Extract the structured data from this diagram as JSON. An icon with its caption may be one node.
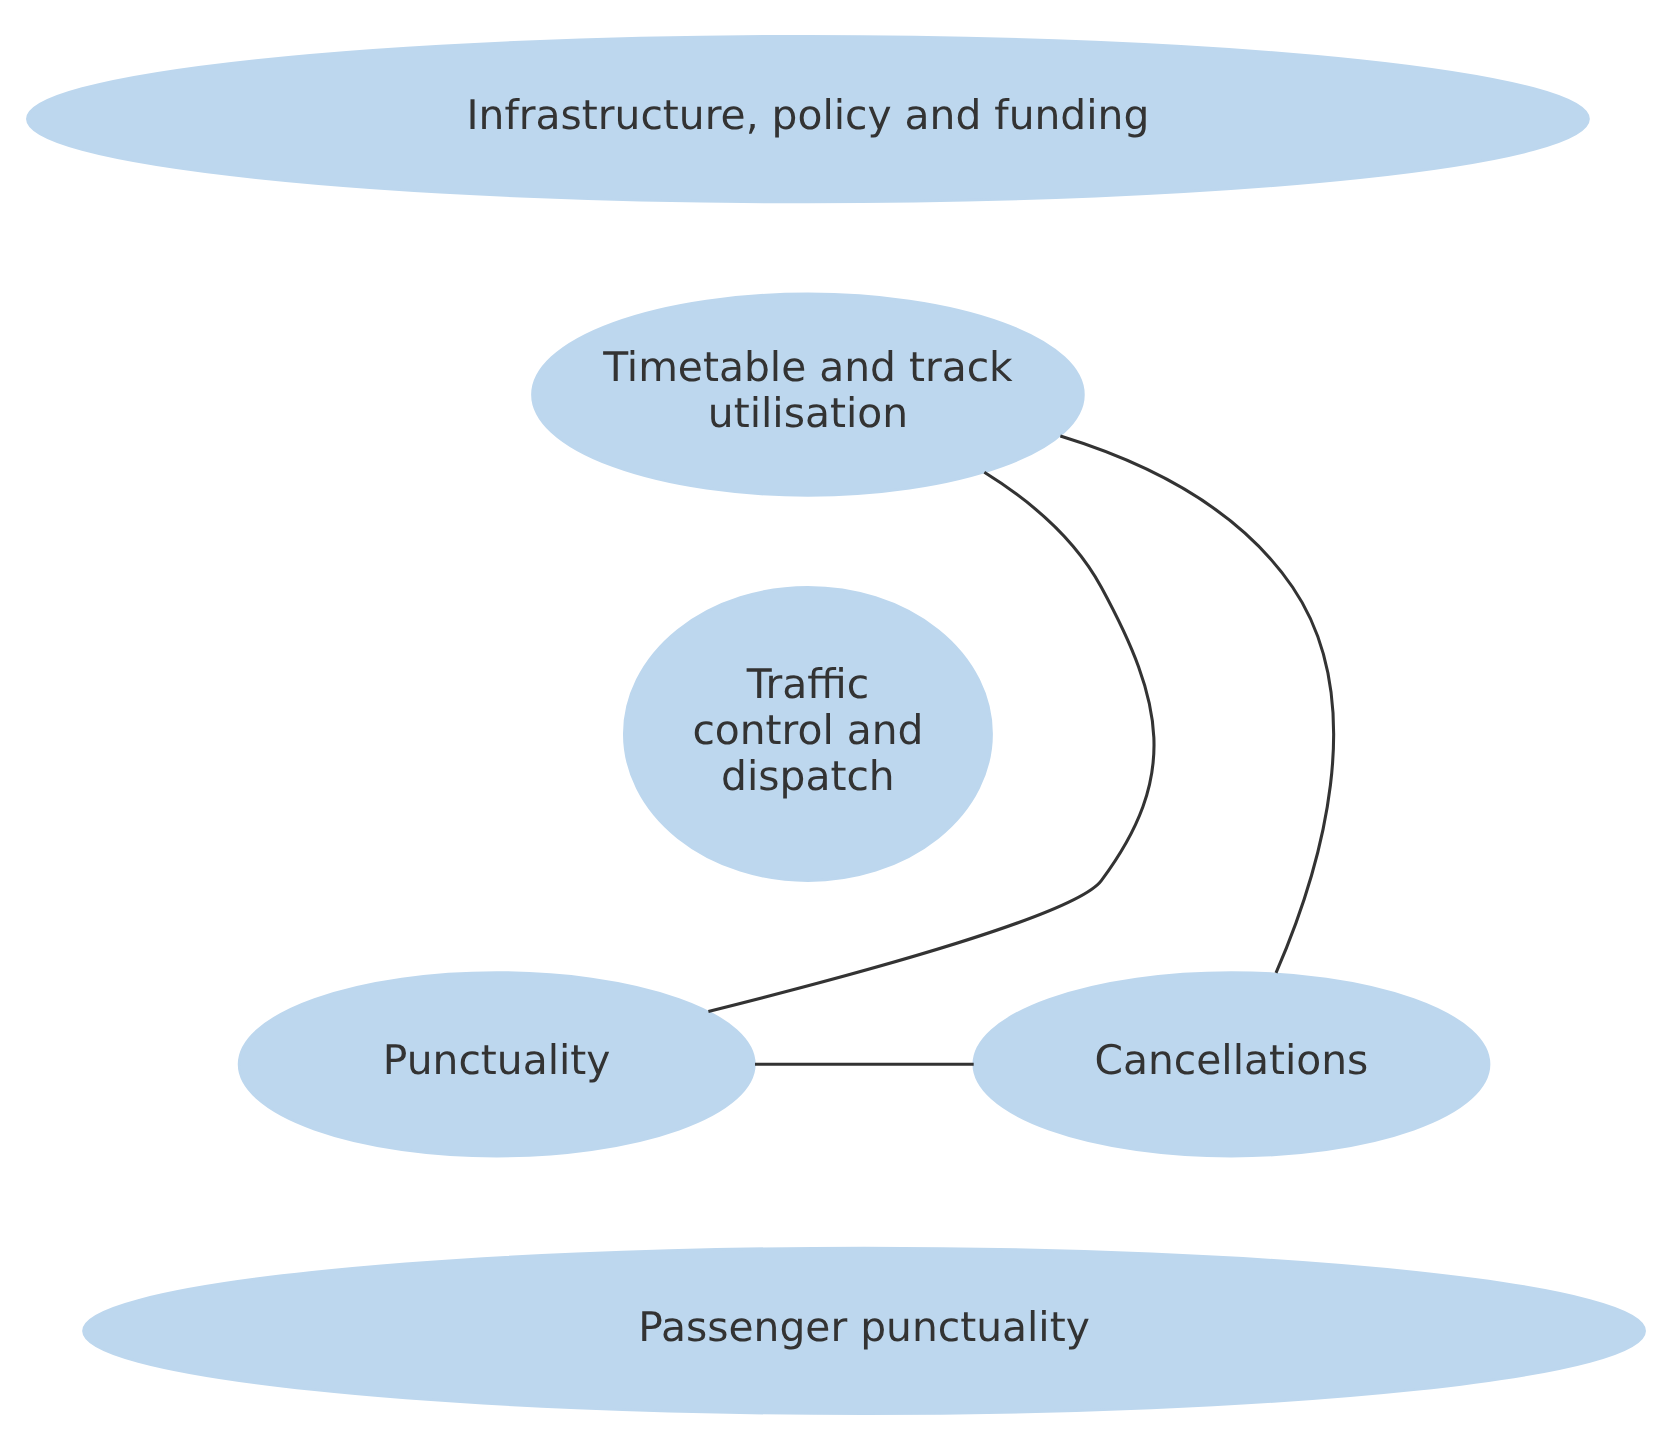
{
  "diagram": {
    "nodes": [
      {
        "text": [
          "Infrastructure, policy and funding"
        ]
      },
      {
        "text": [
          "Timetable and track utilisation"
        ]
      },
      {
        "text": [
          "Traffic control and dispatch"
        ]
      },
      {
        "text": [
          "Punctuality"
        ]
      },
      {
        "text": [
          "Cancellations"
        ]
      },
      {
        "text": [
          "Passenger punctuality"
        ]
      }
    ],
    "edges": [
      {
        "from": 1,
        "to": 3,
        "arrow": "none"
      },
      {
        "from": 1,
        "to": 4,
        "arrow": "none"
      },
      {
        "from": 3,
        "to": 4,
        "arrow": "none"
      }
    ]
  }
}
